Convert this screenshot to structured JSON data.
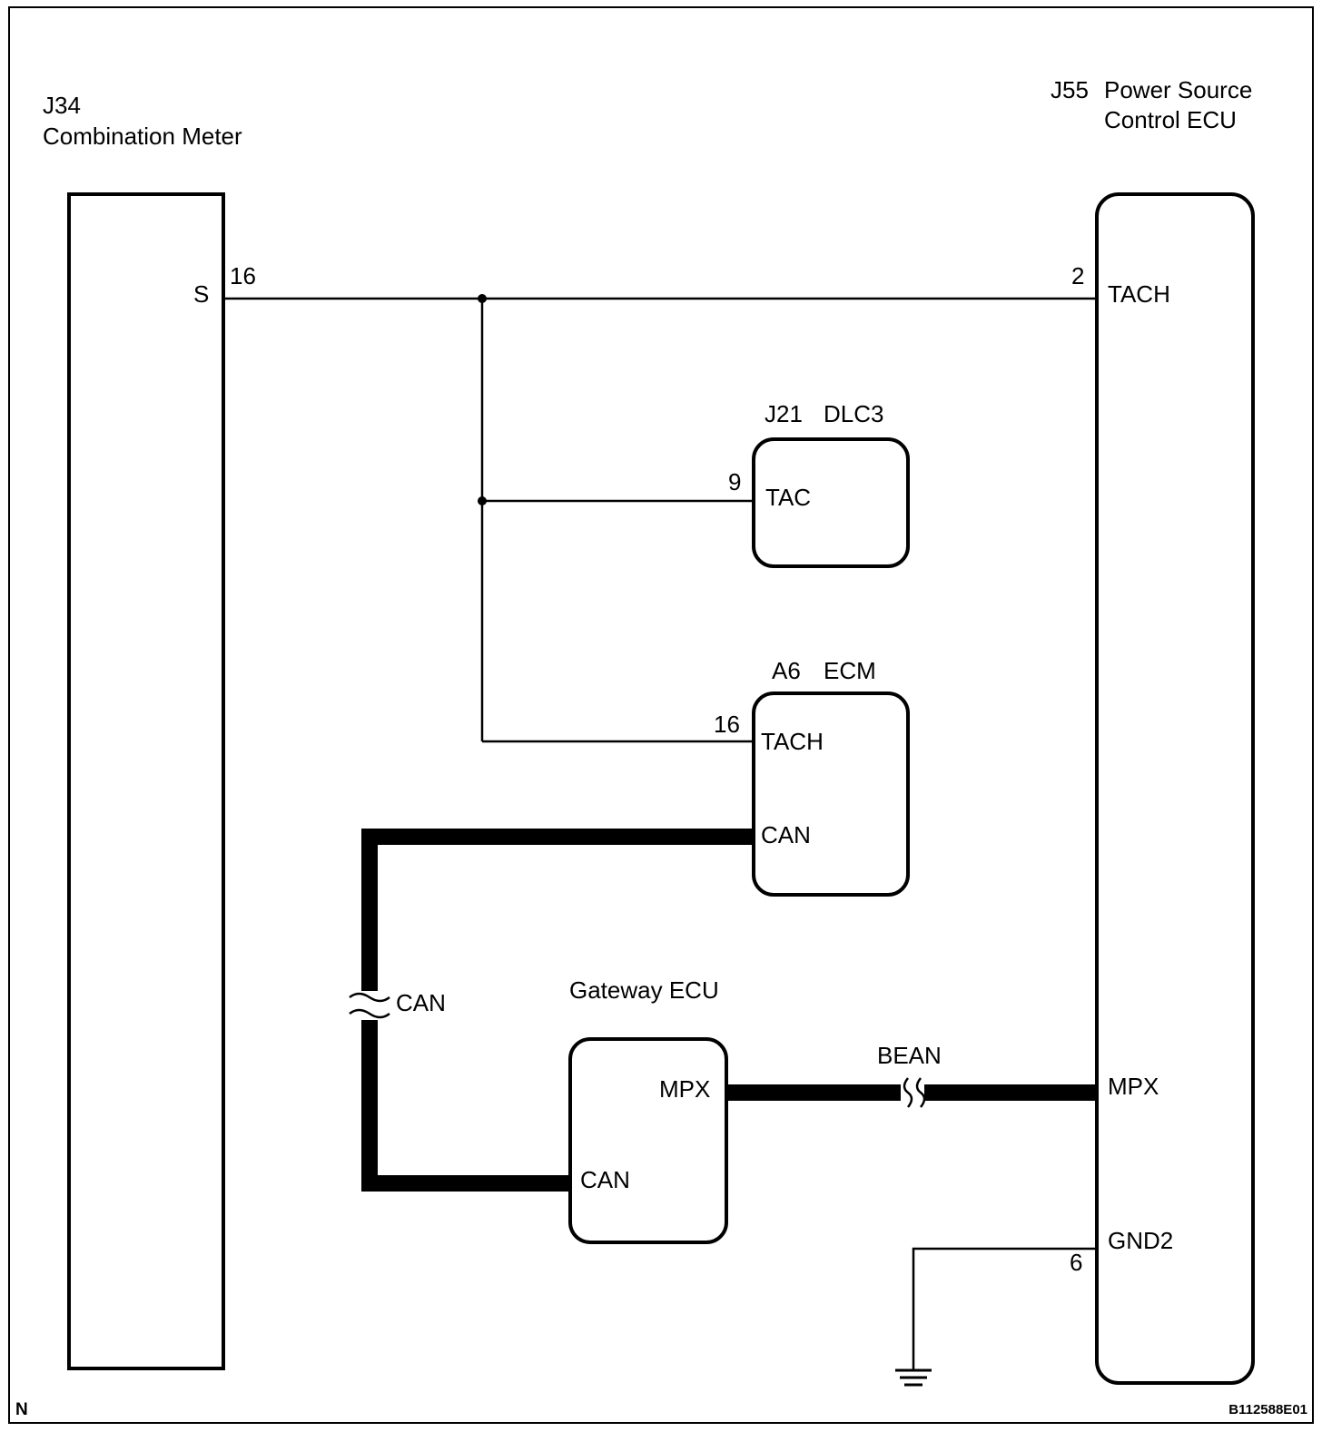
{
  "components": {
    "combination_meter": {
      "code": "J34",
      "name": "Combination Meter",
      "terminal_name": "S",
      "terminal_pin": "16"
    },
    "power_source_ecu": {
      "code": "J55",
      "name_line1": "Power Source",
      "name_line2": "Control ECU",
      "terminals": {
        "tach_name": "TACH",
        "tach_pin": "2",
        "mpx_name": "MPX",
        "gnd_name": "GND2",
        "gnd_pin": "6"
      }
    },
    "dlc3": {
      "code": "J21",
      "name": "DLC3",
      "terminal_name": "TAC",
      "terminal_pin": "9"
    },
    "ecm": {
      "code": "A6",
      "name": "ECM",
      "tach_name": "TACH",
      "tach_pin": "16",
      "can_name": "CAN"
    },
    "gateway_ecu": {
      "name": "Gateway ECU",
      "mpx_name": "MPX",
      "can_name": "CAN"
    }
  },
  "buses": {
    "can_label": "CAN",
    "bean_label": "BEAN"
  },
  "footer": {
    "corner_letter": "N",
    "figure_id": "B112588E01"
  }
}
